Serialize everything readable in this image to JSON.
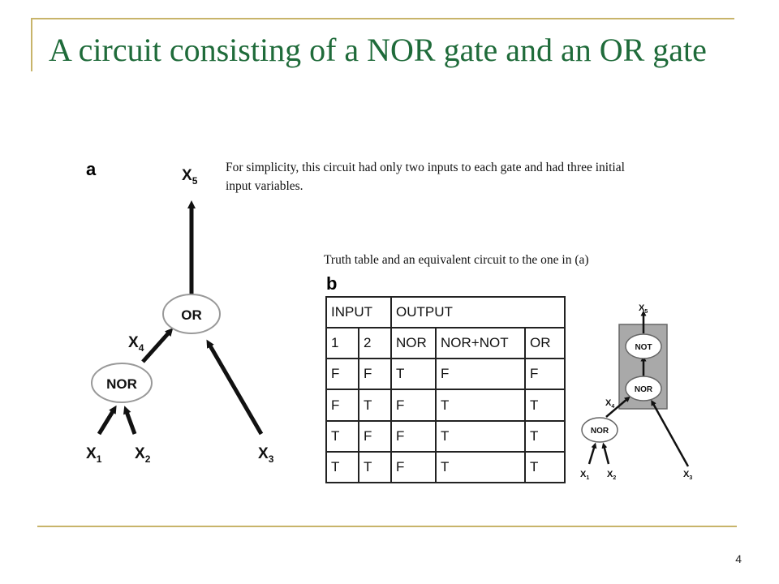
{
  "slide": {
    "title": "A circuit consisting of a NOR gate and an OR gate",
    "note_simplicity": "For simplicity, this circuit had only two inputs to each gate and had three initial input variables.",
    "note_truth": "Truth table and an equivalent circuit to the one in (a)",
    "page_number": "4"
  },
  "panel_a": {
    "letter": "a",
    "nodes": {
      "or": "OR",
      "nor": "NOR"
    },
    "labels": {
      "x1": {
        "base": "X",
        "sub": "1"
      },
      "x2": {
        "base": "X",
        "sub": "2"
      },
      "x3": {
        "base": "X",
        "sub": "3"
      },
      "x4": {
        "base": "X",
        "sub": "4"
      },
      "x5": {
        "base": "X",
        "sub": "5"
      }
    }
  },
  "panel_b": {
    "letter": "b",
    "table": {
      "group_headers": [
        "INPUT",
        "OUTPUT"
      ],
      "columns": [
        "1",
        "2",
        "NOR",
        "NOR+NOT",
        "OR"
      ],
      "rows": [
        [
          "F",
          "F",
          "T",
          "F",
          "F"
        ],
        [
          "F",
          "T",
          "F",
          "T",
          "T"
        ],
        [
          "T",
          "F",
          "F",
          "T",
          "T"
        ],
        [
          "T",
          "T",
          "F",
          "T",
          "T"
        ]
      ]
    },
    "circuit": {
      "nodes": {
        "not": "NOT",
        "nor_top": "NOR",
        "nor_bottom": "NOR"
      },
      "labels": {
        "x1": {
          "base": "X",
          "sub": "1"
        },
        "x2": {
          "base": "X",
          "sub": "2"
        },
        "x3": {
          "base": "X",
          "sub": "3"
        },
        "x4": {
          "base": "X",
          "sub": "4"
        },
        "x5": {
          "base": "X",
          "sub": "5"
        }
      },
      "box_color": "#a9a9a9"
    }
  },
  "colors": {
    "title": "#1f6b3a",
    "rule": "#c8b46a"
  }
}
